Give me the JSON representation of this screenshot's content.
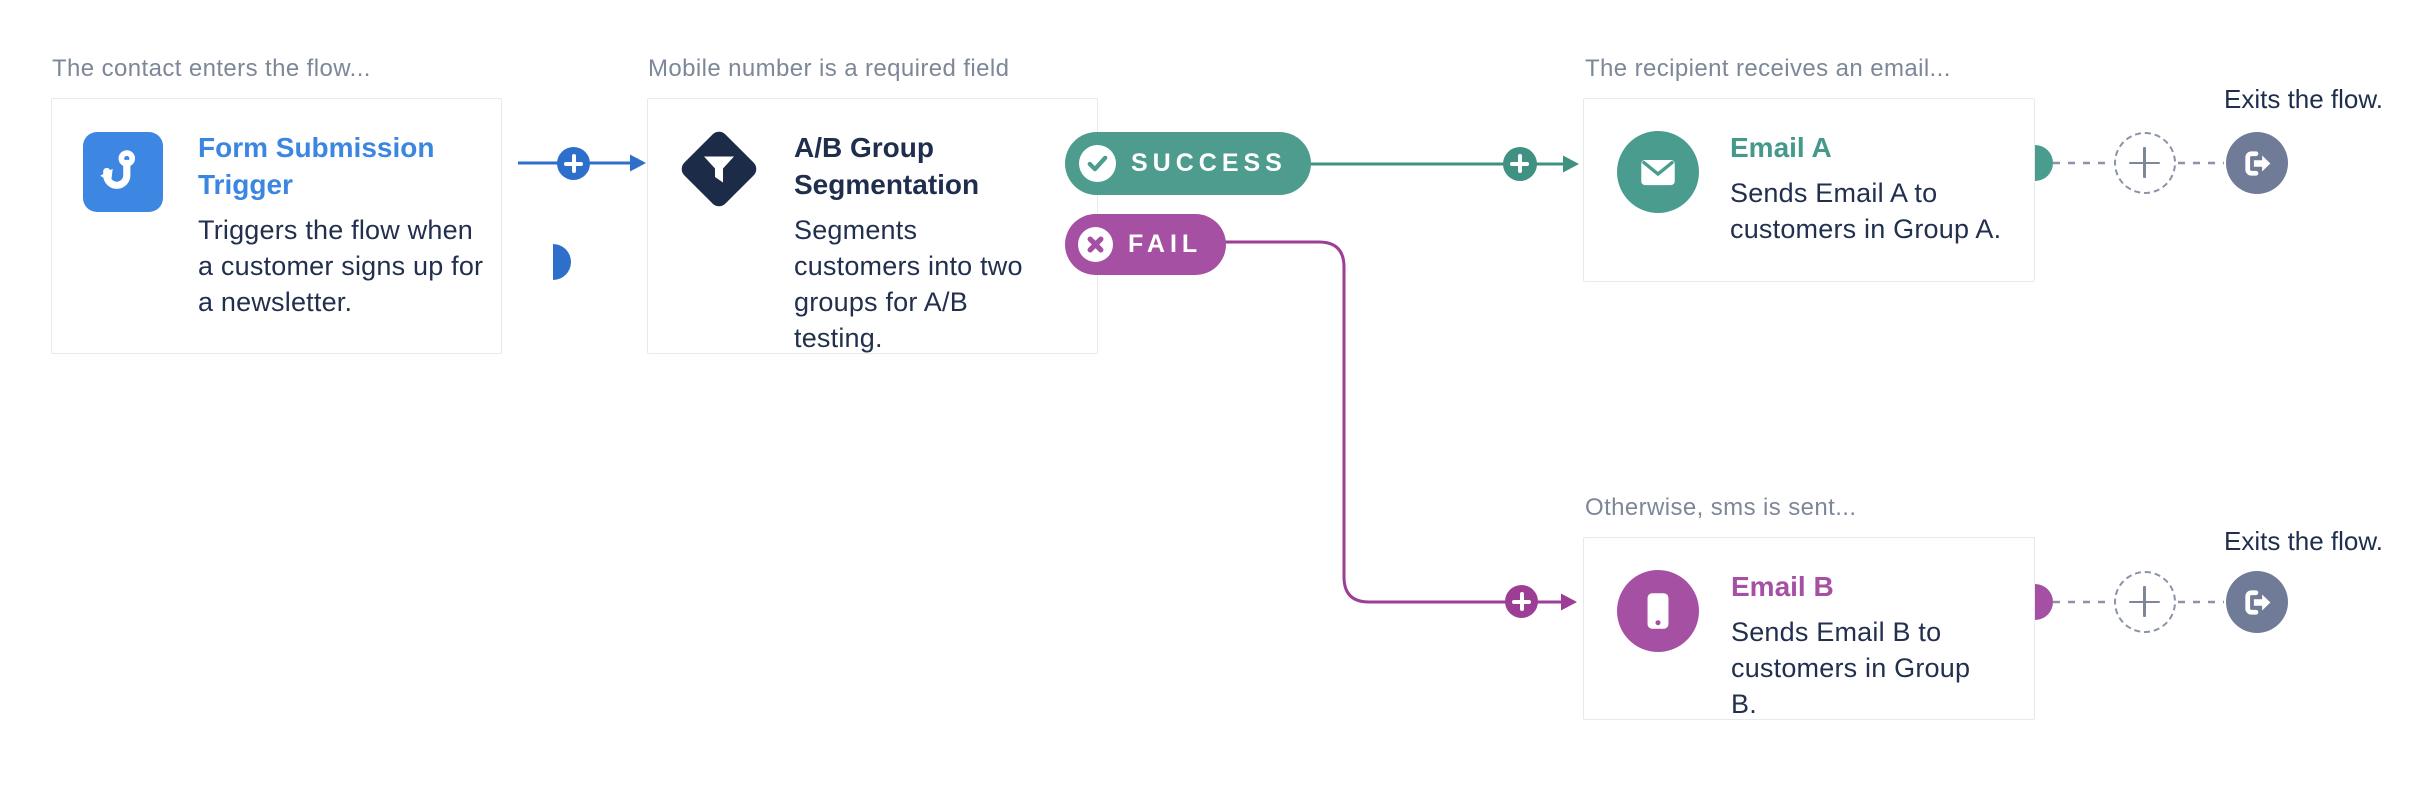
{
  "flow": {
    "nodes": [
      {
        "annotation": "The contact enters the flow...",
        "title": "Form Submission Trigger",
        "description": "Triggers the flow when a customer signs up for a newsletter.",
        "icon": "hook-icon",
        "accent_color": "#3a86e0"
      },
      {
        "annotation": "Mobile number is a required field",
        "title": "A/B Group Segmentation",
        "description": "Segments customers into two groups for A/B testing.",
        "icon": "filter-diamond-icon",
        "accent_color": "#1f2e4d"
      },
      {
        "annotation": "The recipient receives an email...",
        "title": "Email A",
        "description": "Sends Email A to customers in Group A.",
        "icon": "envelope-icon",
        "accent_color": "#4a9c8e"
      },
      {
        "annotation": "Otherwise, sms is sent...",
        "title": "Email B",
        "description": "Sends Email B to customers in Group B.",
        "icon": "smartphone-icon",
        "accent_color": "#a650a4"
      }
    ],
    "branches": {
      "success": {
        "label": "SUCCESS",
        "icon": "check-circle-icon",
        "color": "#4d9c8e"
      },
      "fail": {
        "label": "FAIL",
        "icon": "x-circle-icon",
        "color": "#a650a4"
      }
    },
    "exits": [
      {
        "label": "Exits the flow.",
        "icon": "sign-out-icon"
      },
      {
        "label": "Exits the flow.",
        "icon": "sign-out-icon"
      }
    ],
    "add_step_icon": "plus-icon",
    "colors": {
      "trigger_blue": "#3d87e3",
      "connector_blue": "#2e6fcb",
      "teal": "#4a9c8e",
      "teal_line": "#3f9181",
      "purple": "#a650a4",
      "purple_line": "#9c3e96",
      "navy_text": "#1f2e4d",
      "label_gray": "#7d8798",
      "exit_slate": "#707b97",
      "dash_gray": "#8a93a7",
      "card_border": "#e7e9f1"
    }
  }
}
